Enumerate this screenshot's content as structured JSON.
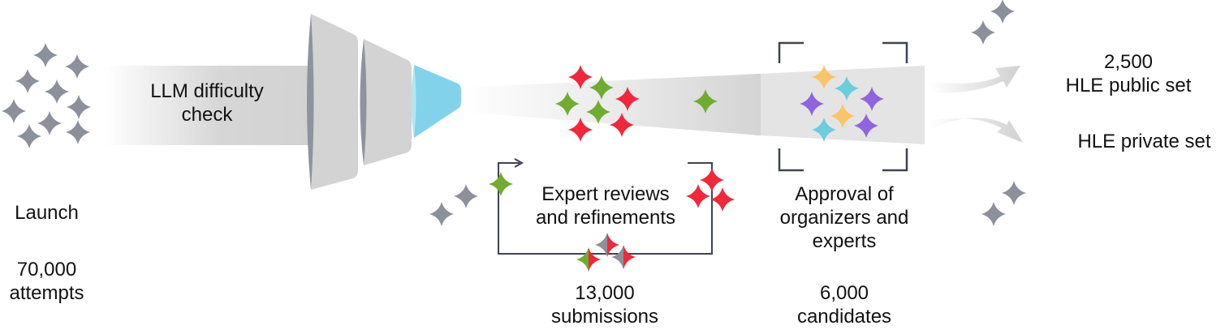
{
  "colors": {
    "gray_star": "#8b909a",
    "red_star": "#f0283c",
    "green_star": "#71ac31",
    "yellow_star": "#fbc468",
    "cyan_star": "#6bcddd",
    "purple_star": "#9064dc",
    "funnel_light": "#d3d3d3",
    "funnel_edge": "#8e939c",
    "funnel_accent": "#83d2ec",
    "line": "#3f4450"
  },
  "stages": {
    "launch": {
      "title": "Launch",
      "count": "70,000",
      "unit": "attempts"
    },
    "llm_check": {
      "line1": "LLM difficulty",
      "line2": "check"
    },
    "expert_review": {
      "line1": "Expert reviews",
      "line2": "and refinements",
      "count": "13,000",
      "unit": "submissions"
    },
    "approval": {
      "line1": "Approval of",
      "line2": "organizers and",
      "line3": "experts",
      "count": "6,000",
      "unit": "candidates"
    },
    "public_set": {
      "count": "2,500",
      "label": "HLE public set"
    },
    "private_set": {
      "label": "HLE private set"
    }
  },
  "icons": {
    "launch_cluster": "sparkle-icon",
    "filter": "funnel-icon",
    "loop": "refinement-loop-arrow-icon",
    "bracket": "selection-bracket-icon",
    "output": "curved-arrow-icon"
  }
}
